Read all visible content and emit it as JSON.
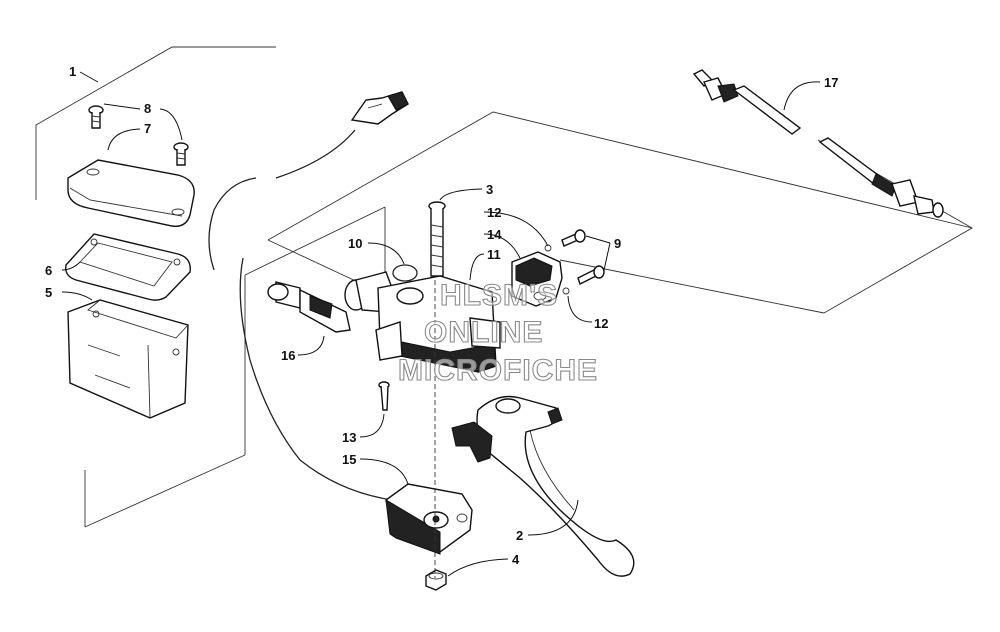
{
  "callouts": {
    "c1": "1",
    "c2": "2",
    "c3": "3",
    "c4": "4",
    "c5": "5",
    "c6": "6",
    "c7": "7",
    "c8": "8",
    "c9": "9",
    "c10": "10",
    "c11": "11",
    "c12a": "12",
    "c12b": "12",
    "c13": "13",
    "c14": "14",
    "c15": "15",
    "c16": "16",
    "c17": "17"
  },
  "watermark": {
    "line1": "HLSM'S",
    "line2": "ONLINE",
    "line3": "MICROFICHE"
  }
}
